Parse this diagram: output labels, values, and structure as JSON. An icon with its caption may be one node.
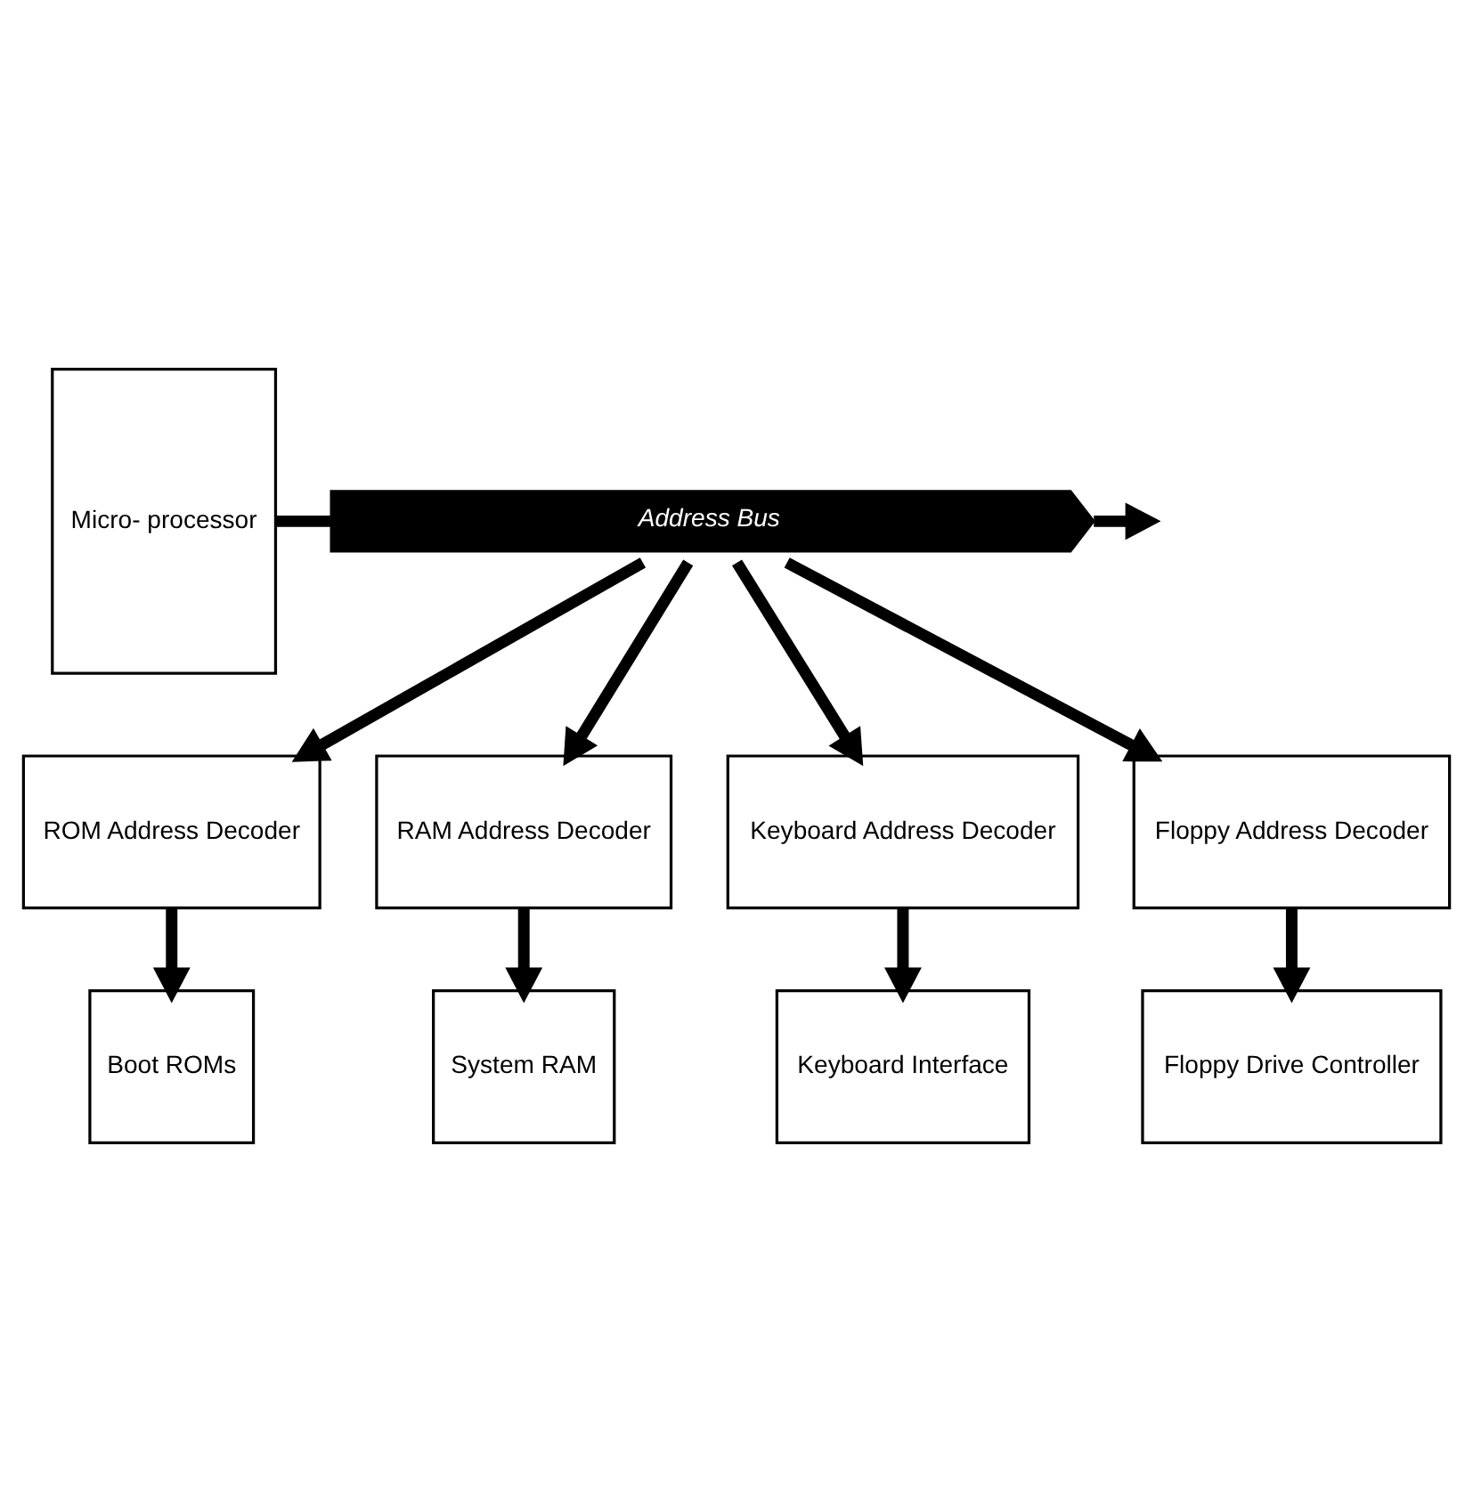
{
  "diagram": {
    "nodes": [
      {
        "text": [
          "Micro- processor"
        ]
      },
      {
        "text": [
          "Address Bus"
        ]
      },
      {
        "text": [
          "ROM Address Decoder"
        ]
      },
      {
        "text": [
          "RAM Address Decoder"
        ]
      },
      {
        "text": [
          "Keyboard Address Decoder"
        ]
      },
      {
        "text": [
          "Floppy Address Decoder"
        ]
      },
      {
        "text": [
          "Boot ROMs"
        ]
      },
      {
        "text": [
          "System RAM"
        ]
      },
      {
        "text": [
          "Keyboard Interface"
        ]
      },
      {
        "text": [
          "Floppy Drive Controller"
        ]
      }
    ],
    "edges": [
      {
        "from": 0,
        "to": 1,
        "arrow": "none"
      },
      {
        "from": 1,
        "to": null,
        "arrow": "to"
      },
      {
        "from": 1,
        "to": 2,
        "arrow": "to"
      },
      {
        "from": 1,
        "to": 3,
        "arrow": "to"
      },
      {
        "from": 1,
        "to": 4,
        "arrow": "to"
      },
      {
        "from": 1,
        "to": 5,
        "arrow": "to"
      },
      {
        "from": 2,
        "to": 6,
        "arrow": "to"
      },
      {
        "from": 3,
        "to": 7,
        "arrow": "to"
      },
      {
        "from": 4,
        "to": 8,
        "arrow": "to"
      },
      {
        "from": 5,
        "to": 9,
        "arrow": "to"
      }
    ]
  }
}
